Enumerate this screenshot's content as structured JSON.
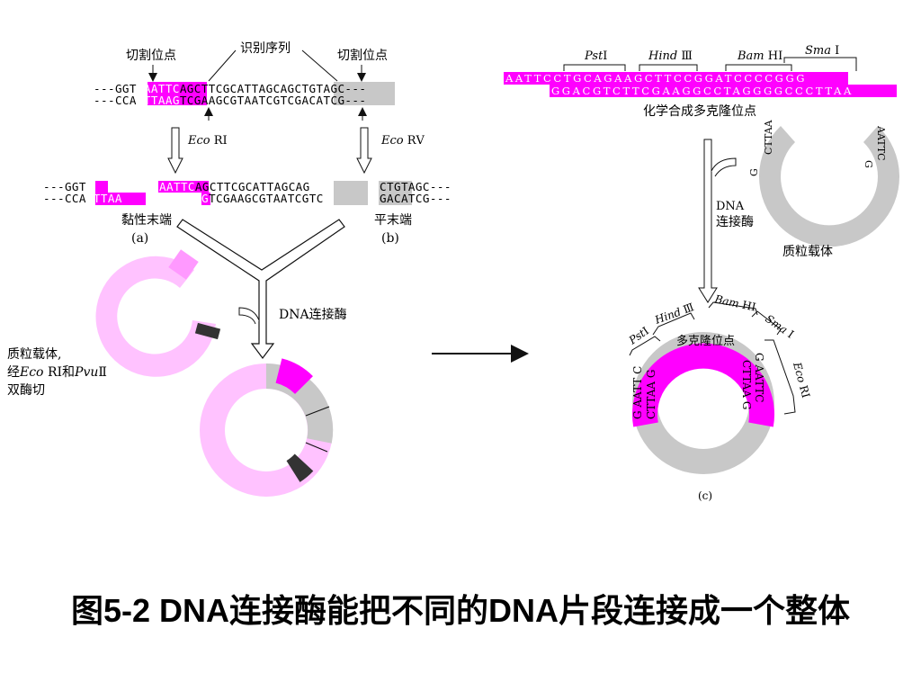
{
  "colors": {
    "magenta": "#ff00ff",
    "light_pink": "#ffc2ff",
    "mid_pink": "#ff99ff",
    "gray": "#c8c8c8",
    "dark": "#333333"
  },
  "panel_a_b": {
    "cut_site_left": "切割位点",
    "recognition_seq": "识别序列",
    "cut_site_right": "切割位点",
    "top_line": {
      "prefix": "---GGT",
      "site1": "GAATTC",
      "middle": "AGCTTCGCATTAG",
      "site2": "CAGCTG",
      "suffix": "TAGC---"
    },
    "bot_line": {
      "prefix": "---CCA",
      "site1": "CTTAAG",
      "middle": "TCGAAGCGTAATC",
      "site2": "GTCGAC",
      "suffix": "ATCG---"
    },
    "enzyme_left": {
      "italic": "Eco",
      "roman": " RⅠ"
    },
    "enzyme_right": {
      "italic": "Eco",
      "roman": " RⅤ"
    },
    "frag_left_top": {
      "prefix": "---GGT",
      "hl": "G"
    },
    "frag_left_bot": {
      "prefix": "---CCA",
      "hl": "CTTAA"
    },
    "frag_mid_top": {
      "hl": "AATTC",
      "rest": "AGCTTCGCATTAG",
      "gray": "CAG"
    },
    "frag_mid_bot": {
      "hl": "G",
      "rest": "TCGAAGCGTAATC",
      "gray": "GTC"
    },
    "frag_right_top": {
      "gray": "CTG",
      "rest": "TAGC---"
    },
    "frag_right_bot": {
      "gray": "GAC",
      "rest": "ATCG---"
    },
    "sticky_end": "黏性末端",
    "label_a": "(a)",
    "blunt_end": "平末端",
    "label_b": "(b)",
    "ligase": "DNA连接酶",
    "vector_line1": "质粒载体,",
    "vector_line2": {
      "pre": "经",
      "i1": "Eco",
      "r1": " RⅠ和",
      "i2": "Pvu",
      "r2": "Ⅱ"
    },
    "vector_line3": "双酶切"
  },
  "panel_c": {
    "sites": [
      {
        "italic": "Pst",
        "roman": "Ⅰ"
      },
      {
        "italic": "Hind",
        "roman": " Ⅲ"
      },
      {
        "italic": "Bam",
        "roman": " HⅠ"
      },
      {
        "italic": "Sma",
        "roman": " Ⅰ"
      }
    ],
    "mcs_top": "AATTCCTGCAGAAGCTTCCGGATCCCCGGG",
    "mcs_bot": "GGACGTCTTCGAAGGCCTAGGGGCCCTTAA",
    "synth_mcs": "化学合成多克隆位点",
    "dna": "DNA",
    "ligase_short": "连接酶",
    "vector": "质粒载体",
    "open_left_end": {
      "a": "CTTAA",
      "b": "G"
    },
    "open_right_end": {
      "a": "AATTC",
      "b": "G"
    },
    "ring_sites": [
      {
        "italic": "Pst",
        "roman": "Ⅰ"
      },
      {
        "italic": "Hind",
        "roman": " Ⅲ"
      },
      {
        "italic": "Bam",
        "roman": " HⅠ"
      },
      {
        "italic": "Sma",
        "roman": " Ⅰ"
      }
    ],
    "mcs_ring_label": "多克隆位点",
    "eco_label": {
      "italic": "Eco",
      "roman": " RⅠ"
    },
    "ring_left": {
      "a": "G AATT C",
      "b": "CTTAA G"
    },
    "ring_right": {
      "a": "G AATTC",
      "b": "CTTAA G"
    },
    "label_c": "(c)"
  },
  "caption": {
    "p1": "图",
    "b1": "5-2 DNA",
    "p2": "连接酶能把不同的",
    "b2": "DNA",
    "p3": "片段连接成一个整体"
  }
}
